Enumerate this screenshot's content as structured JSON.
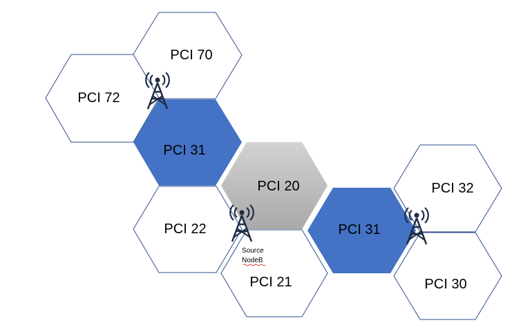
{
  "colors": {
    "outline": "#2F4E8F",
    "highlight_blue": "#4472C4",
    "source_gray_top": "#D0D0D0",
    "source_gray_bottom": "#ADADAD",
    "tower": "#1F2A44",
    "white": "#FFFFFF"
  },
  "cells": [
    {
      "id": "pci-70-top",
      "label": "PCI 70",
      "fill": "white",
      "icon": "none"
    },
    {
      "id": "pci-72",
      "label": "PCI 72",
      "fill": "white",
      "icon": "none"
    },
    {
      "id": "pci-31-left",
      "label": "PCI 31",
      "fill": "blue",
      "icon": "none"
    },
    {
      "id": "pci-22",
      "label": "PCI 22",
      "fill": "white",
      "icon": "none"
    },
    {
      "id": "pci-20",
      "label": "PCI 20",
      "fill": "gray",
      "icon": "none"
    },
    {
      "id": "pci-21",
      "label": "PCI 21",
      "fill": "white",
      "icon": "none"
    },
    {
      "id": "pci-31-right",
      "label": "PCI 31",
      "fill": "blue",
      "icon": "none"
    },
    {
      "id": "pci-32",
      "label": "PCI 32",
      "fill": "white",
      "icon": "none"
    },
    {
      "id": "pci-30",
      "label": "PCI 30",
      "fill": "white",
      "icon": "none"
    }
  ],
  "towers": [
    {
      "id": "tower-left",
      "icon": "cell-tower-icon"
    },
    {
      "id": "tower-source",
      "icon": "cell-tower-icon"
    },
    {
      "id": "tower-right",
      "icon": "cell-tower-icon"
    }
  ],
  "source_label": {
    "line1": "Source",
    "line2": "NodeB"
  }
}
